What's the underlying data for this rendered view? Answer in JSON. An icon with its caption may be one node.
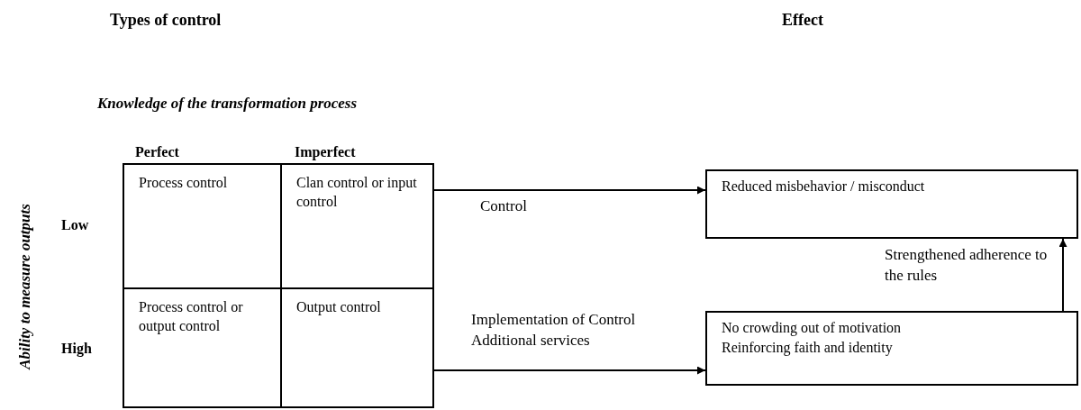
{
  "diagram": {
    "nodes": [
      {
        "text": [
          "Process control"
        ]
      },
      {
        "text": [
          "Clan control or input control"
        ]
      },
      {
        "text": [
          "Process control or output control"
        ]
      },
      {
        "text": [
          "Output control"
        ]
      },
      {
        "text": [
          "Reduced misbehavior / misconduct"
        ]
      },
      {
        "text": [
          "No crowding out of motivation",
          "Reinforcing faith and identity"
        ]
      }
    ],
    "edges": [
      {
        "from": 1,
        "to": 4,
        "arrow": "to",
        "label": "Control"
      },
      {
        "from": 3,
        "to": 5,
        "arrow": "to",
        "label": "Implementation of Control Additional services"
      },
      {
        "from": 5,
        "to": 4,
        "arrow": "to",
        "label": "Strengthened adherence to the rules"
      }
    ],
    "labels": [
      "Types of control",
      "Effect",
      "Knowledge of the transformation process",
      "Perfect",
      "Imperfect",
      "Ability to measure outputs",
      "Low",
      "High"
    ]
  }
}
